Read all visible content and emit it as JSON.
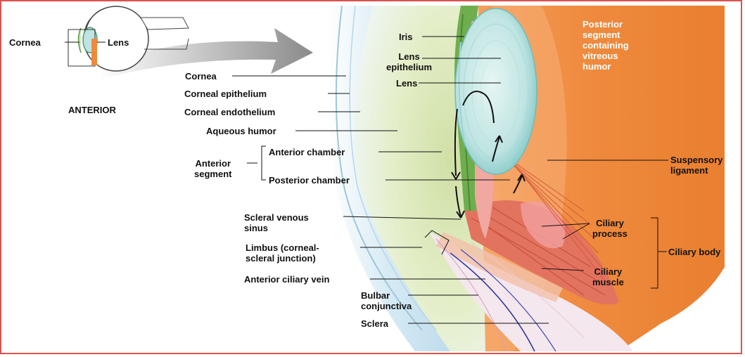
{
  "inset": {
    "cornea": "Cornea",
    "lens": "Lens",
    "anterior": "ANTERIOR"
  },
  "labels": {
    "iris": "Iris",
    "lens_epithelium": "Lens\nepithelium",
    "lens": "Lens",
    "posterior_segment": "Posterior\nsegment\ncontaining\nvitreous\nhumor",
    "cornea": "Cornea",
    "corneal_epithelium": "Corneal epithelium",
    "corneal_endothelium": "Corneal endothelium",
    "aqueous_humor": "Aqueous humor",
    "anterior_chamber": "Anterior chamber",
    "anterior_segment": "Anterior\nsegment",
    "posterior_chamber": "Posterior chamber",
    "suspensory_ligament": "Suspensory\nligament",
    "scleral_venous_sinus": "Scleral venous\nsinus",
    "ciliary_process": "Ciliary\nprocess",
    "ciliary_body": "Ciliary body",
    "limbus": "Limbus (corneal-\nscleral junction)",
    "ciliary_muscle": "Ciliary\nmuscle",
    "anterior_ciliary_vein": "Anterior ciliary vein",
    "bulbar_conjunctiva": "Bulbar\nconjunctiva",
    "sclera": "Sclera"
  },
  "colors": {
    "frame": "#d9534f",
    "sclera_orange": "#f08a3a",
    "cornea_blue": "#cfe6f2",
    "aqueous_green": "#d8e8b0",
    "iris_green": "#7fb55a",
    "lens_teal": "#bfe6e6",
    "ciliary_red": "#e2735f",
    "arrow_gray": "#8c8c8c"
  }
}
